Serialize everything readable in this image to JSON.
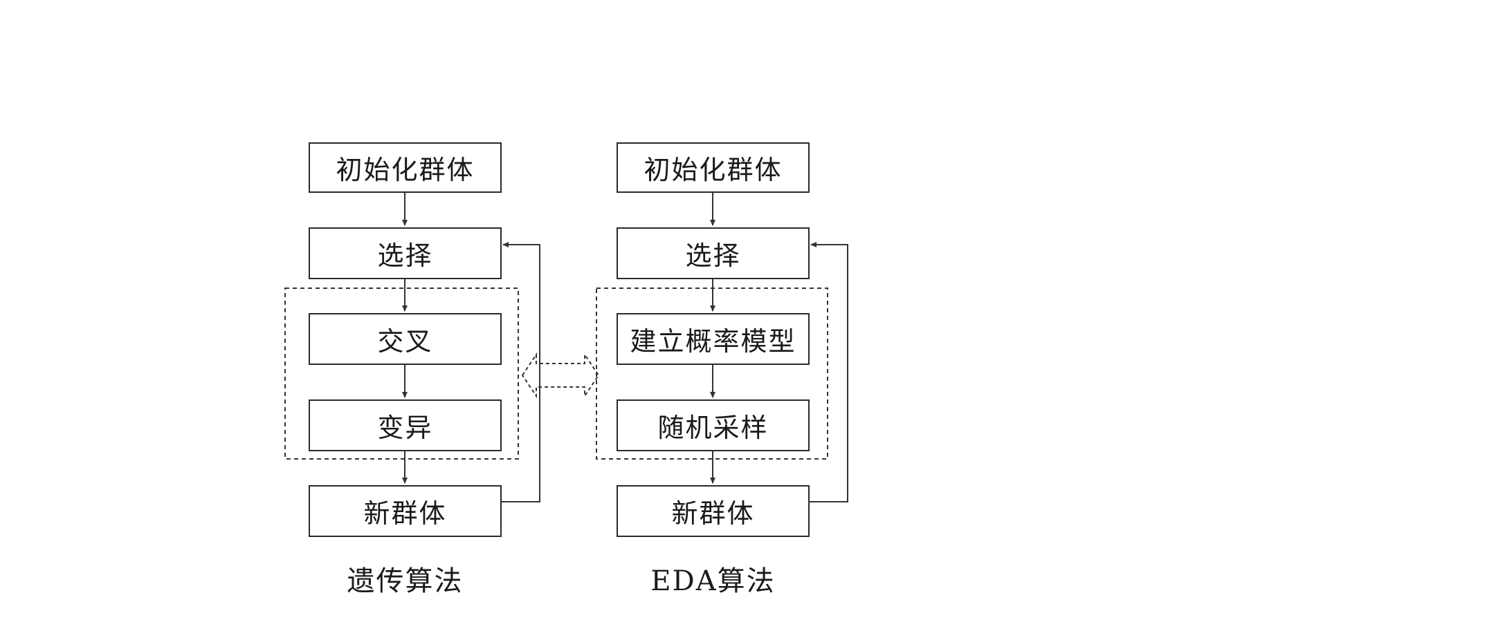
{
  "ga": {
    "init": "初始化群体",
    "select": "选择",
    "crossover": "交叉",
    "mutation": "变异",
    "new_pop": "新群体",
    "caption": "遗传算法"
  },
  "eda": {
    "init": "初始化群体",
    "select": "选择",
    "model": "建立概率模型",
    "sample": "随机采样",
    "new_pop": "新群体",
    "caption": "EDA算法"
  }
}
